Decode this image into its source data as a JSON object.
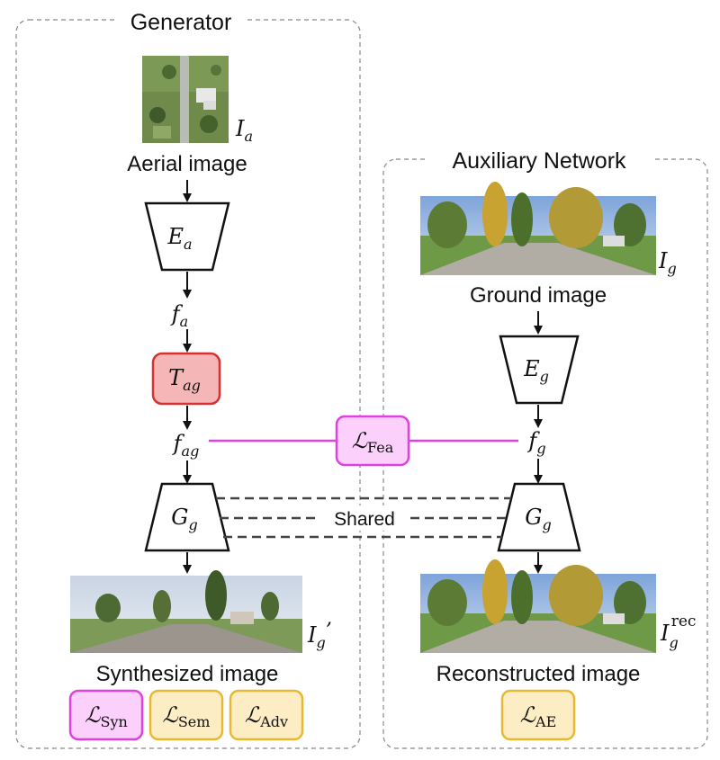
{
  "generator": {
    "title": "Generator",
    "input_caption": "Aerial image",
    "input_symbol": "I",
    "input_symbol_sub": "a",
    "encoder": {
      "symbol": "E",
      "sub": "a"
    },
    "feature": {
      "symbol": "f",
      "sub": "a"
    },
    "transform": {
      "symbol": "T",
      "sub": "ag"
    },
    "transformed_feature": {
      "symbol": "f",
      "sub": "ag"
    },
    "decoder": {
      "symbol": "G",
      "sub": "g"
    },
    "output_caption": "Synthesized image",
    "output_symbol": "I",
    "output_symbol_sub": "g",
    "output_symbol_prime": "’",
    "losses": [
      {
        "symbol": "ℒ",
        "sub": "Syn",
        "color": "#e040e0"
      },
      {
        "symbol": "ℒ",
        "sub": "Sem",
        "color": "#e8b830"
      },
      {
        "symbol": "ℒ",
        "sub": "Adv",
        "color": "#e8b830"
      }
    ]
  },
  "auxiliary": {
    "title": "Auxiliary Network",
    "input_caption": "Ground image",
    "input_symbol": "I",
    "input_symbol_sub": "g",
    "encoder": {
      "symbol": "E",
      "sub": "g"
    },
    "feature": {
      "symbol": "f",
      "sub": "g"
    },
    "decoder": {
      "symbol": "G",
      "sub": "g"
    },
    "output_caption": "Reconstructed image",
    "output_symbol": "I",
    "output_symbol_sub": "g",
    "output_symbol_sup": "rec",
    "losses": [
      {
        "symbol": "ℒ",
        "sub": "AE",
        "color": "#e8b830"
      }
    ]
  },
  "feature_loss": {
    "symbol": "ℒ",
    "sub": "Fea",
    "color": "#e040e0"
  },
  "shared_label": "Shared",
  "colors": {
    "transform_fill": "#f4b6b6",
    "transform_stroke": "#d93030",
    "magenta": "#e040e0",
    "magenta_fill": "#fbd0fb",
    "gold": "#e8b830",
    "gold_fill": "#fdedc4",
    "box_border": "#888888"
  }
}
